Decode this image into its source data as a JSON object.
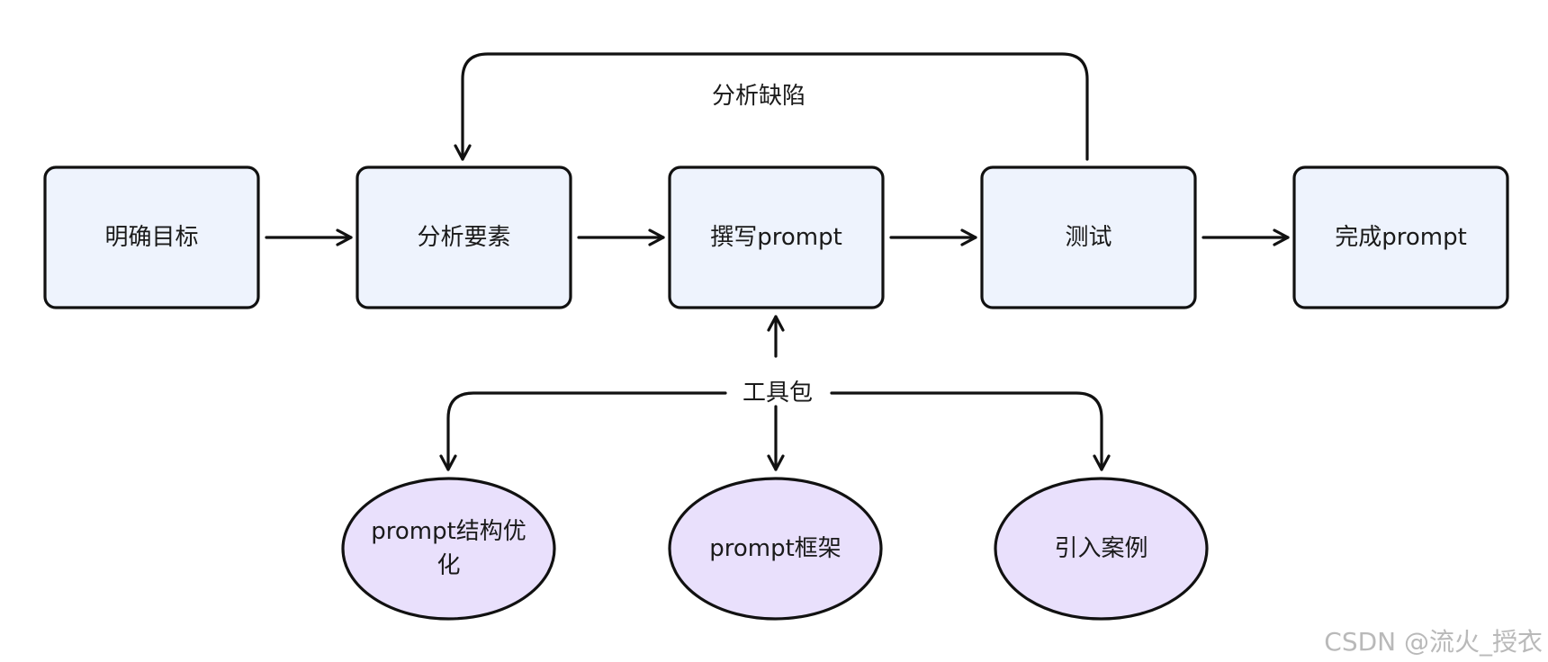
{
  "diagram": {
    "process_steps": [
      {
        "id": "goal",
        "label": "明确目标"
      },
      {
        "id": "elements",
        "label": "分析要素"
      },
      {
        "id": "write",
        "label": "撰写prompt"
      },
      {
        "id": "test",
        "label": "测试"
      },
      {
        "id": "done",
        "label": "完成prompt"
      }
    ],
    "feedback_label": "分析缺陷",
    "toolkit_label": "工具包",
    "tools": [
      {
        "id": "structure",
        "label_lines": [
          "prompt结构优",
          "化"
        ]
      },
      {
        "id": "framework",
        "label_lines": [
          "prompt框架"
        ]
      },
      {
        "id": "cases",
        "label_lines": [
          "引入案例"
        ]
      }
    ],
    "colors": {
      "step_fill": "#eef3fd",
      "tool_fill": "#e9e0fc",
      "stroke": "#111111"
    }
  },
  "watermark": "CSDN @流火_授衣"
}
